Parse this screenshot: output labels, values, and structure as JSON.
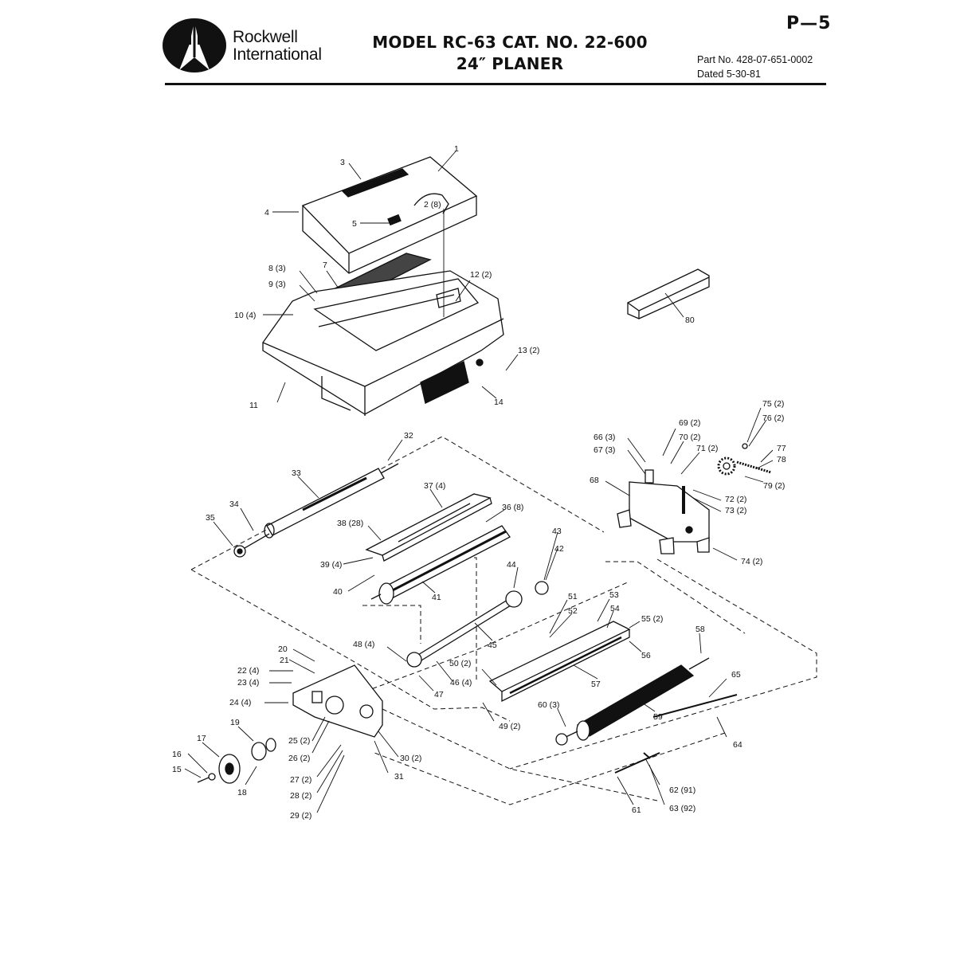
{
  "header": {
    "brand_line1": "Rockwell",
    "brand_line2": "International",
    "title_line1": "MODEL RC-63 CAT. NO. 22-600",
    "title_line2": "24″ PLANER",
    "page_number": "P—5",
    "part_no": "Part No. 428-07-651-0002",
    "dated": "Dated 5-30-81"
  },
  "parts": {
    "p1": "1",
    "p2": "2 (8)",
    "p3": "3",
    "p4": "4",
    "p5": "5",
    "p7": "7",
    "p8": "8 (3)",
    "p9": "9 (3)",
    "p10": "10 (4)",
    "p11": "11",
    "p12": "12 (2)",
    "p13": "13 (2)",
    "p14": "14",
    "p15": "15",
    "p16": "16",
    "p17": "17",
    "p18": "18",
    "p19": "19",
    "p20": "20",
    "p21": "21",
    "p22": "22 (4)",
    "p23": "23 (4)",
    "p24": "24 (4)",
    "p25": "25 (2)",
    "p26": "26 (2)",
    "p27": "27 (2)",
    "p28": "28 (2)",
    "p29": "29 (2)",
    "p30": "30 (2)",
    "p31": "31",
    "p32": "32",
    "p33": "33",
    "p34": "34",
    "p35": "35",
    "p36": "36 (8)",
    "p37": "37 (4)",
    "p38": "38 (28)",
    "p39": "39 (4)",
    "p40": "40",
    "p41": "41",
    "p42": "42",
    "p43": "43",
    "p44": "44",
    "p45": "45",
    "p46": "46 (4)",
    "p47": "47",
    "p48": "48 (4)",
    "p49": "49 (2)",
    "p50": "50 (2)",
    "p51": "51",
    "p52": "52",
    "p53": "53",
    "p54": "54",
    "p55": "55 (2)",
    "p56": "56",
    "p57": "57",
    "p58": "58",
    "p59": "59",
    "p60": "60 (3)",
    "p61": "61",
    "p62": "62 (91)",
    "p63": "63 (92)",
    "p64": "64",
    "p65": "65",
    "p66": "66 (3)",
    "p67": "67 (3)",
    "p68": "68",
    "p69": "69 (2)",
    "p70": "70 (2)",
    "p71": "71 (2)",
    "p72": "72 (2)",
    "p73": "73 (2)",
    "p74": "74 (2)",
    "p75": "75 (2)",
    "p76": "76 (2)",
    "p77": "77",
    "p78": "78",
    "p79": "79 (2)",
    "p80": "80"
  },
  "colors": {
    "ink": "#111111",
    "paper": "#ffffff"
  }
}
